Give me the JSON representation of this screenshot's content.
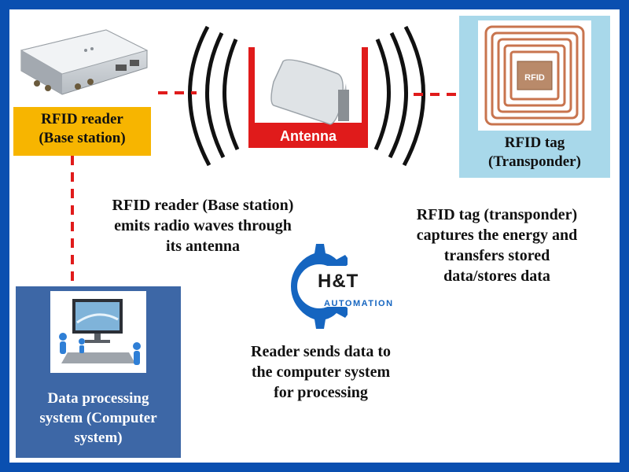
{
  "reader": {
    "label_line1": "RFID reader",
    "label_line2": "(Base station)"
  },
  "antenna": {
    "label": "Antenna"
  },
  "tag": {
    "chip_label": "RFID",
    "label_line1": "RFID tag",
    "label_line2": "(Transponder)"
  },
  "computer": {
    "label_line1": "Data processing",
    "label_line2": "system (Computer",
    "label_line3": "system)"
  },
  "captions": {
    "reader_emits": [
      "RFID reader (Base station)",
      "emits radio waves through",
      "its antenna"
    ],
    "tag_captures": [
      "RFID tag (transponder)",
      "captures the energy and",
      "transfers stored",
      "data/stores data"
    ],
    "reader_sends": [
      "Reader sends data to",
      "the computer system",
      "for processing"
    ]
  },
  "logo": {
    "text_ht": "H&T",
    "text_automation": "AUTOMATION"
  },
  "colors": {
    "frame_blue": "#0a4fb0",
    "reader_box": "#f7b500",
    "tag_box": "#a8d8ea",
    "computer_box": "#3d67a6",
    "connector_red": "#e01b1b",
    "logo_blue": "#1565c0"
  },
  "icons": [
    "rfid-reader-device",
    "antenna-panel",
    "radio-wave-arcs",
    "rfid-tag-coil",
    "computer-workstation",
    "gear-logo"
  ]
}
